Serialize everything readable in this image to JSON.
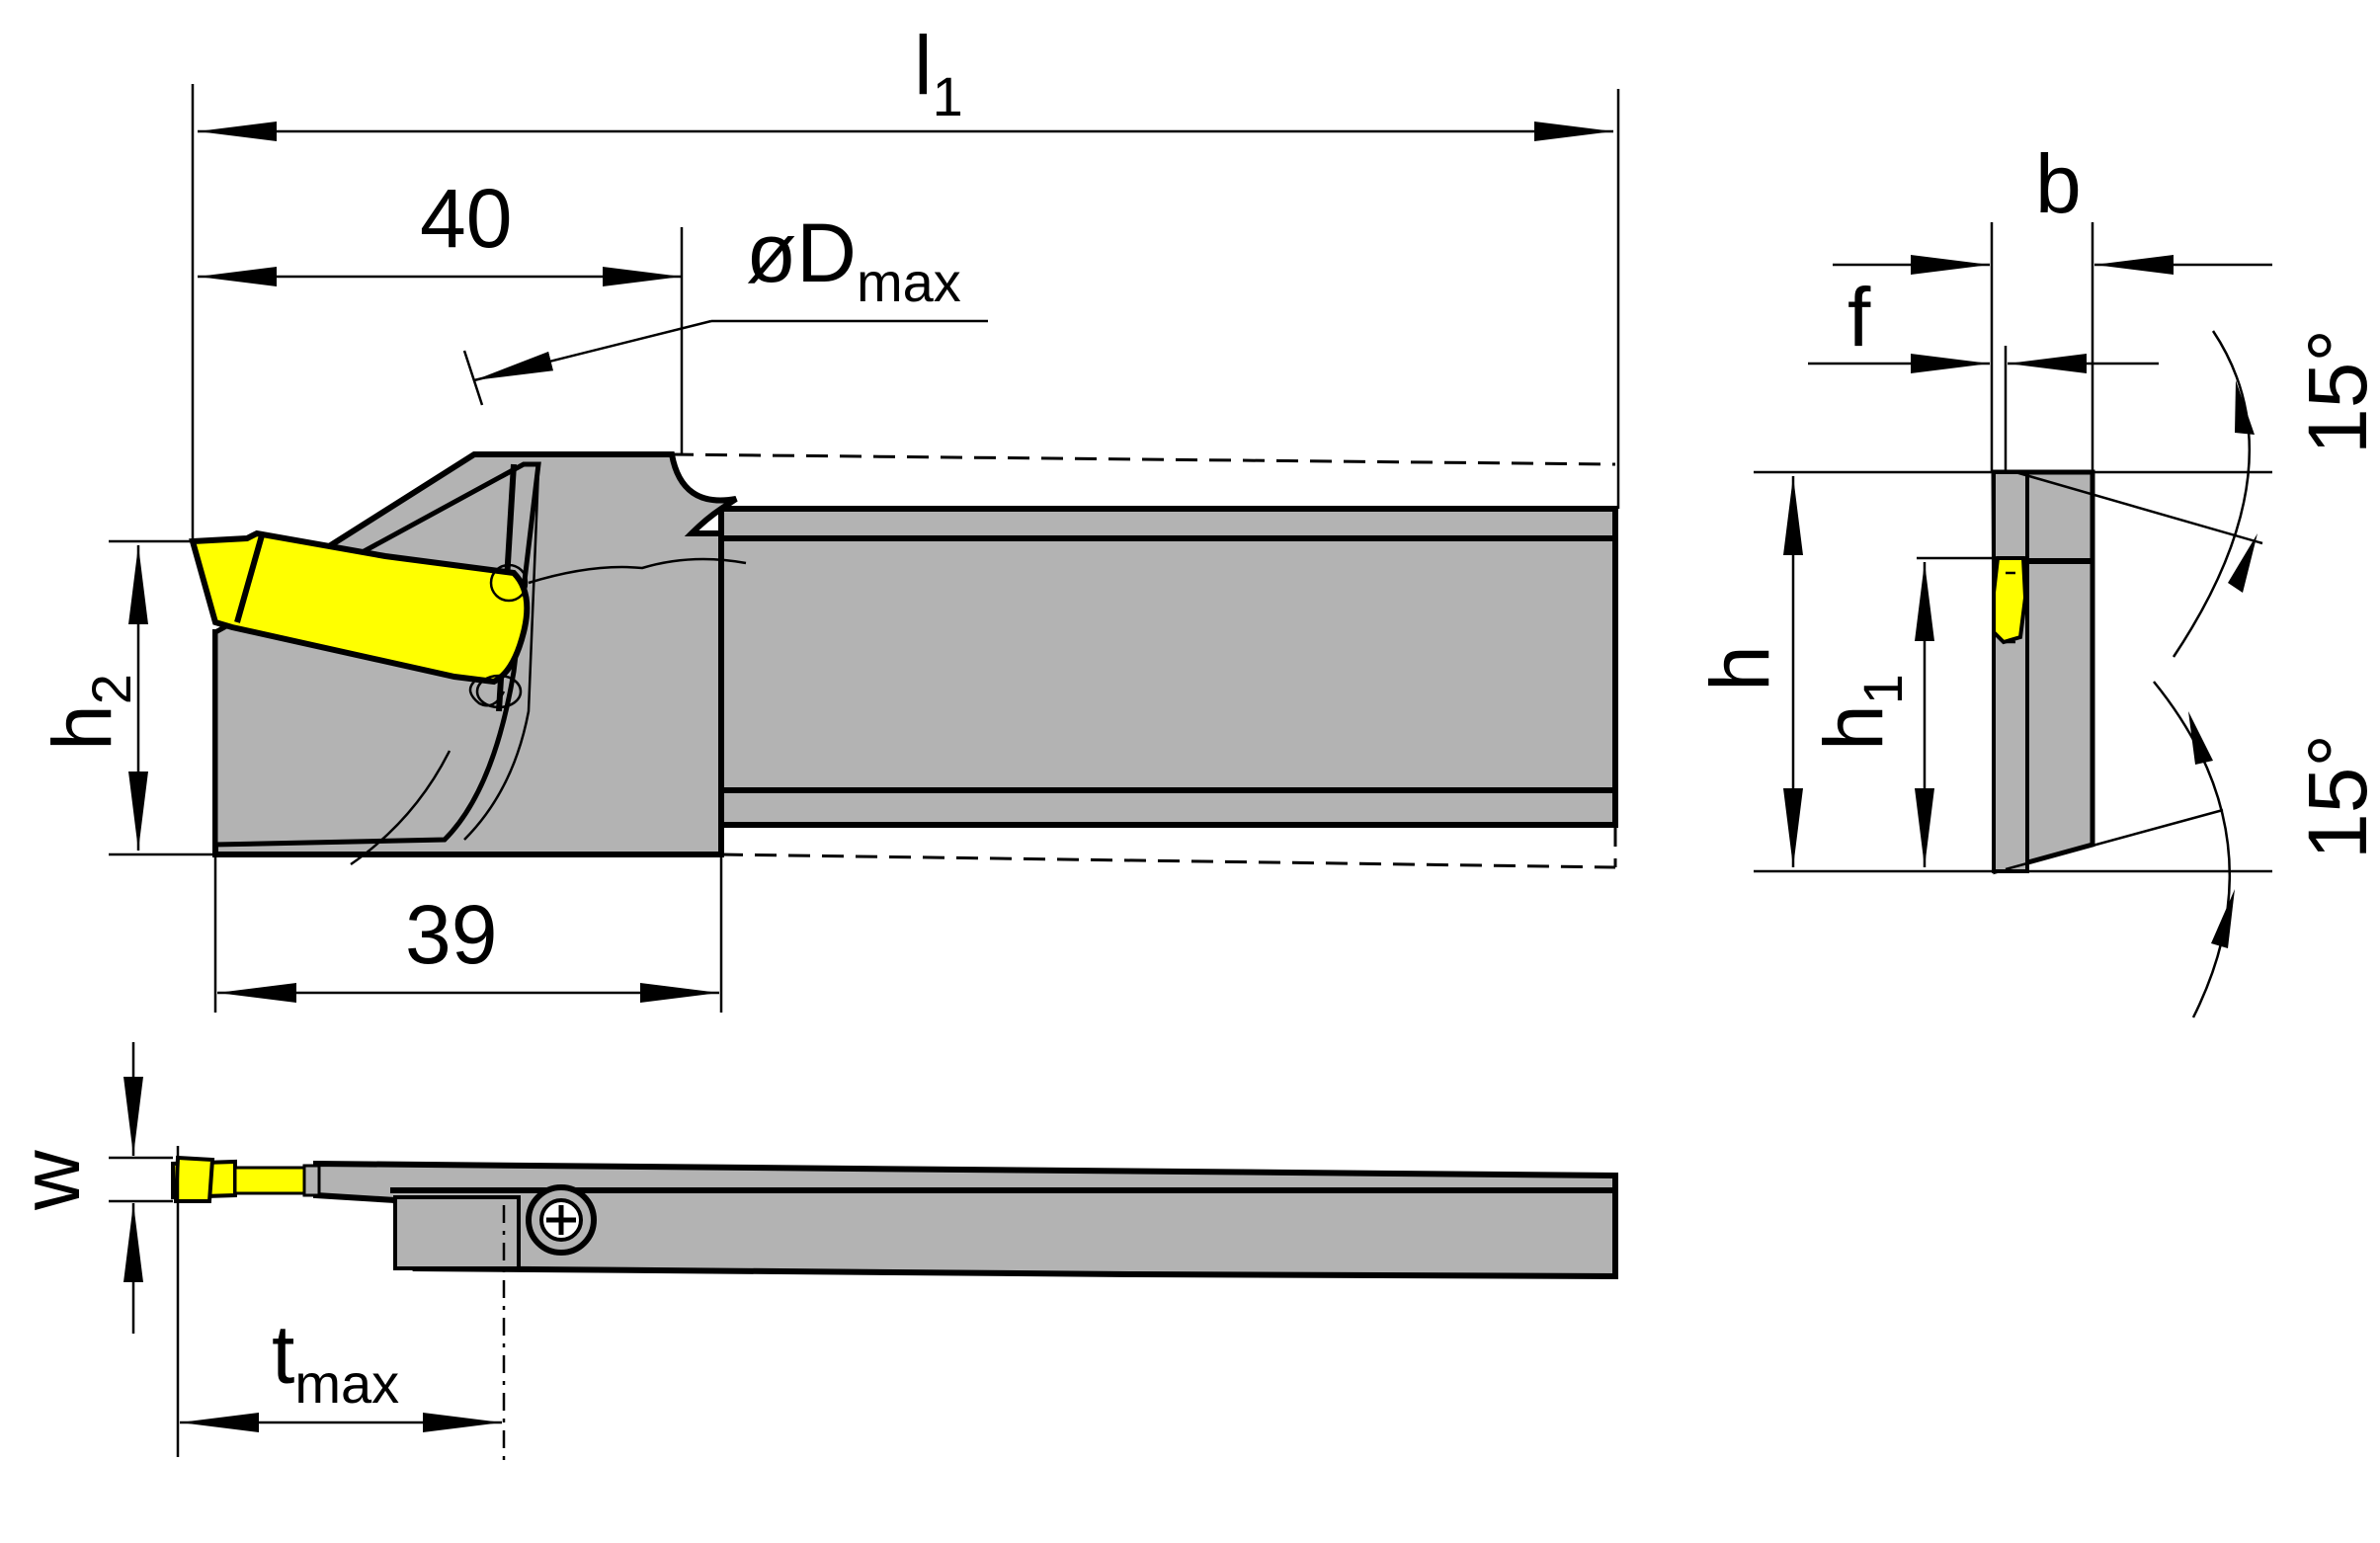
{
  "colors": {
    "body": "#b3b3b3",
    "insert": "#ffff00",
    "outline": "#000000",
    "background": "#ffffff"
  },
  "dimensions": {
    "l1": {
      "main": "l",
      "sub": "1"
    },
    "d40": "40",
    "dmax": {
      "main": "øD",
      "sub": "max"
    },
    "d39": "39",
    "h2": {
      "main": "h",
      "sub": "2"
    },
    "b": "b",
    "f": "f",
    "h": "h",
    "h1": {
      "main": "h",
      "sub": "1"
    },
    "angle_top": "15°",
    "angle_bottom": "15°",
    "w": "w",
    "tmax": {
      "main": "t",
      "sub": "max"
    }
  },
  "icons": {
    "screw": "screw-icon"
  }
}
